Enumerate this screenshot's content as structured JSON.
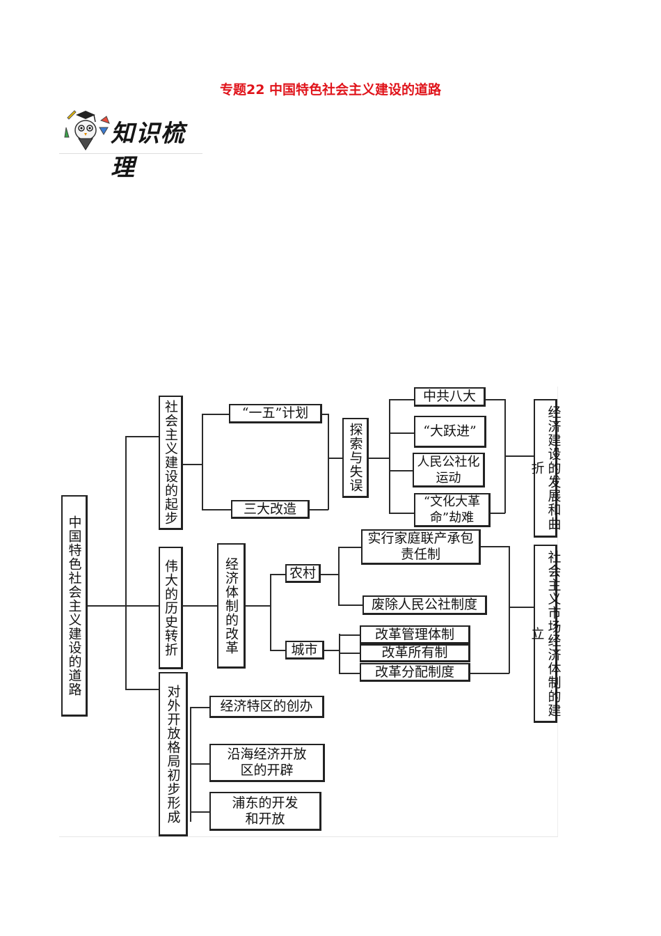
{
  "title": "专题22 中国特色社会主义建设的道路",
  "banner": {
    "text": "知识梳理",
    "icon": "cartoon-student-icon"
  },
  "diagram": {
    "root": "中国特色社会主义建设的道路",
    "branch1": {
      "label": "社会主义建设的起步",
      "items": [
        "“一五”计划",
        "三大改造"
      ],
      "explore": "探索与失误",
      "results": [
        "中共八大",
        "“大跃进”",
        "人民公社化运动",
        "“文化大革命”劫难"
      ],
      "summary": "经济建设的发展和曲折"
    },
    "branch2": {
      "label": "伟大的历史转折",
      "reform": "经济体制的改革",
      "rural": {
        "label": "农村",
        "items": [
          "实行家庭联产承包责任制",
          "废除人民公社制度"
        ]
      },
      "urban": {
        "label": "城市",
        "items": [
          "改革管理体制",
          "改革所有制",
          "改革分配制度"
        ]
      },
      "summary": "社会主义市场经济体制的建立"
    },
    "branch3": {
      "label": "对外开放格局初步形成",
      "items": [
        "经济特区的创办",
        "沿海经济开放区的开辟",
        "浦东的开发和开放"
      ]
    }
  }
}
